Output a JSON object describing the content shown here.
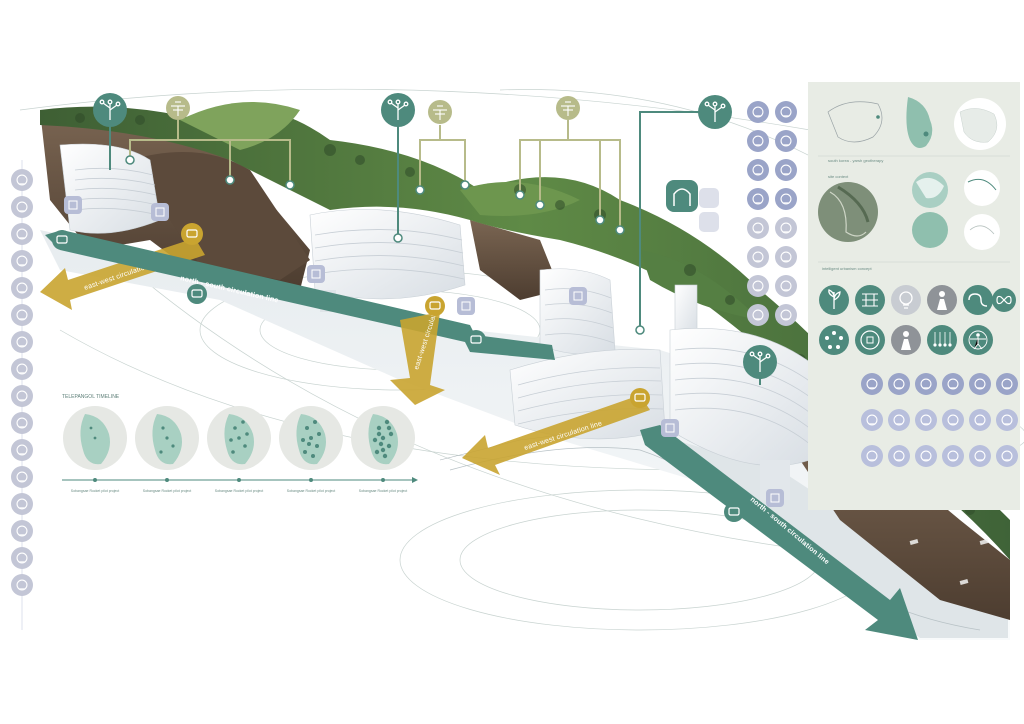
{
  "colors": {
    "teal": "#4e8a7d",
    "teal_light": "#a9c9bd",
    "yellow": "#c9a430",
    "olive": "#b7bb8a",
    "icon_purple": "#9aa4c8",
    "icon_grey": "#c3c6d6",
    "soil": "#6b5543",
    "vegetation": "#4a6f3d",
    "building": "#eef1f3"
  },
  "arrows": [
    {
      "label": "east-west circulation line"
    },
    {
      "label": "north - south circulation line"
    },
    {
      "label": "east-west circulation line"
    },
    {
      "label": "east-west circulation line"
    },
    {
      "label": "north - south circulation line"
    }
  ],
  "timeline": {
    "title": "TELEPANGOL TIMELINE",
    "labels": [
      "Sobangsae Rocket pilot project",
      "Sobangsae Rocket pilot project",
      "Sobangsae Rocket pilot project",
      "Sobangsae Rocket pilot project",
      "Sobangsae Rocket pilot project"
    ]
  },
  "right_panel": {
    "caption_1": "south korea - yarsh geotherapy",
    "caption_2": "site context",
    "caption_3": "intelligent urbanism concept"
  },
  "icons": {
    "left_column": [
      "graduation-cap-icon",
      "handshake-icon",
      "brain-icon",
      "tree-icon",
      "flask-icon",
      "stethoscope-icon",
      "water-waves-icon",
      "dna-icon",
      "satellite-icon",
      "bathtub-icon",
      "pharmacy-icon",
      "gears-icon",
      "spiral-icon",
      "document-icon",
      "ban-icon",
      "scales-icon"
    ],
    "right_column": [
      "graduation-cap-icon",
      "stethoscope-icon",
      "theater-icon",
      "sun-icon",
      "dna-icon",
      "bath-icon",
      "brain-icon",
      "scales-icon",
      "satellite-icon",
      "handshake-icon",
      "waves-icon",
      "hourglass-icon",
      "document-icon",
      "dish-icon",
      "ban-icon",
      "flask-icon"
    ]
  }
}
